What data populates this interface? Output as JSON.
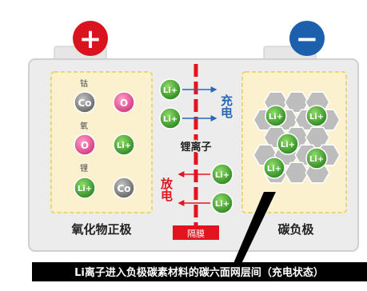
{
  "terminals": {
    "positive_symbol": "+",
    "negative_symbol": "−",
    "positive_color": "#d9141e",
    "negative_color": "#1b5fad"
  },
  "cathode": {
    "name": "氧化物正极",
    "element_labels": [
      "钴",
      "氧",
      "锂"
    ],
    "atoms": [
      "Co",
      "O",
      "O",
      "Li+",
      "Li+",
      "Co"
    ]
  },
  "separator": {
    "label": "隔膜",
    "charge_label": "充电",
    "discharge_label": "放电",
    "ion_label": "锂离子"
  },
  "anode": {
    "name": "碳负极",
    "ions": [
      "Li+",
      "Li+",
      "Li+",
      "Li+",
      "Li+"
    ]
  },
  "caption": "Li离子进入负极碳素材料的碳六面网层间（充电状态）",
  "colors": {
    "battery_body": "#ececec",
    "electrode_fill": "#fbf1cf",
    "electrode_border": "#e8cd57",
    "separator_red": "#e1141f",
    "arrow_blue": "#2a66b8",
    "li_green": "#3a9d2a",
    "co_gray": "#7c7c7c",
    "o_pink": "#e0508f",
    "hex_gray": "#bdbdbd",
    "caption_bg": "#000000"
  }
}
